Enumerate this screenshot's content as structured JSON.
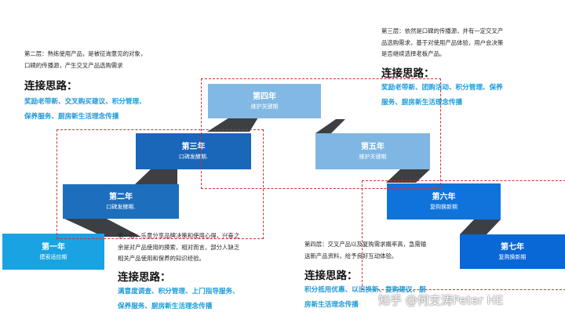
{
  "steps": [
    {
      "title": "第一年",
      "subtitle": "摸索适应期"
    },
    {
      "title": "第二年",
      "subtitle": "口碑发酵期."
    },
    {
      "title": "第三年",
      "subtitle": "口碑发酵期."
    },
    {
      "title": "第四年",
      "subtitle": "维护关键期"
    },
    {
      "title": "第五年",
      "subtitle": "维护关键期"
    },
    {
      "title": "第六年",
      "subtitle": "复购换新期"
    },
    {
      "title": "第七年",
      "subtitle": "复购换新期"
    }
  ],
  "blocks": {
    "layer2": {
      "desc_lines": [
        "第二层：熟练使用产品，是被征询意见的对象，",
        "口碑的传播源，产生交叉产品选购需求"
      ],
      "heading": "连接思路：",
      "ideas": [
        "奖励老带新、交叉购买建议、积分管理、",
        "保养服务、厨房新生活理念传播"
      ]
    },
    "layer3": {
      "desc_lines": [
        "第三层：依然是口碑的传播源，并有一定交叉产",
        "品选购需求，基于对使用产品体验，用户会决策",
        "是否继续选择老板产品。"
      ],
      "heading": "连接思路：",
      "ideas": [
        "奖励老带新、团购活动、积分管理、保养",
        "服务、厨房新生活理念传播"
      ]
    },
    "layer1": {
      "desc_lines": [
        "第一层：乐意分享品牌决策和使用心得，兴奋之",
        "余是对产品使用的摸索，相对而言，部分人缺乏",
        "相关产品使用和保养的知识经验。"
      ],
      "heading": "连接思路：",
      "ideas": [
        "满意度调查、积分管理、上门指导服务、",
        "保养服务、厨房新生活理念传播"
      ]
    },
    "layer4": {
      "desc_lines": [
        "第四层：交叉产品以及复购需求概率高，急需输",
        "送新产品资料，给予良好互动体验。"
      ],
      "heading": "连接思路：",
      "ideas": [
        "积分抵用优惠、以旧换新、复购建议、厨",
        "房新生活理念传播"
      ]
    }
  },
  "watermark": "知乎 @何支涛Peter HE",
  "colors": {
    "y1": "#1aa3e2",
    "y2": "#1d6fbd",
    "y3": "#1a66b8",
    "y4": "#82b9e4",
    "y5": "#7fb6e3",
    "y6": "#0f73dc",
    "y7": "#0a68d6",
    "connector": "#3d3f43",
    "accent": "#1c9ad8",
    "dash": "#d03030"
  }
}
